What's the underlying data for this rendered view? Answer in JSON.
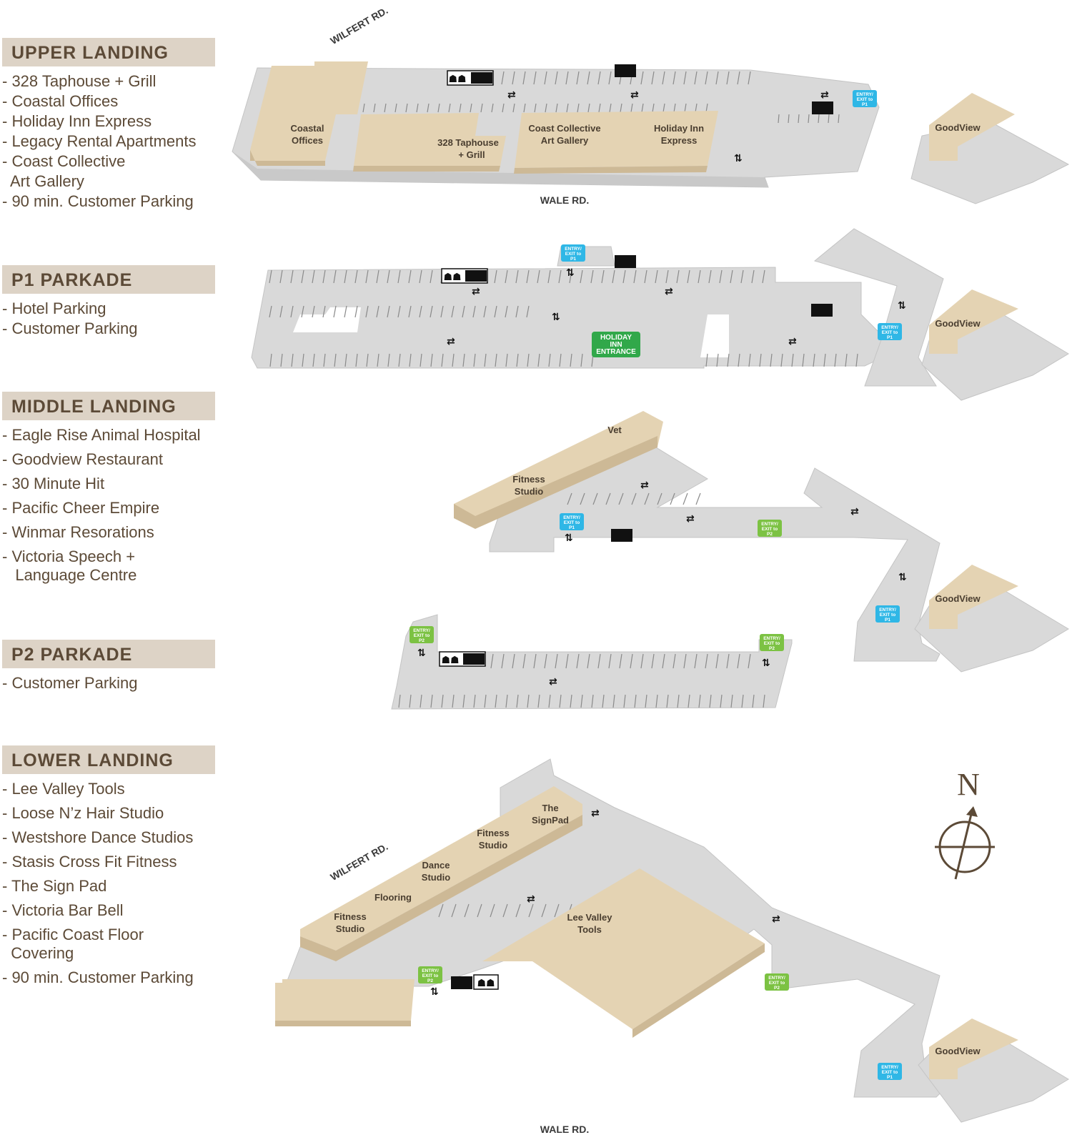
{
  "sections": [
    {
      "title": "UPPER LANDING",
      "items": [
        "- 328 Taphouse + Grill",
        "- Coastal Offices",
        "- Holiday Inn Express",
        "- Legacy Rental Apartments",
        "- Coast Collective",
        "  Art Gallery",
        "- 90 min. Customer Parking"
      ]
    },
    {
      "title": "P1 PARKADE",
      "items": [
        "- Hotel Parking",
        "- Customer Parking"
      ]
    },
    {
      "title": "MIDDLE LANDING",
      "items": [
        "- Eagle Rise Animal Hospital",
        "- Goodview Restaurant",
        "- 30 Minute Hit",
        "- Pacific Cheer Empire",
        "- Winmar Resorations",
        "- Victoria Speech +",
        "   Language Centre"
      ]
    },
    {
      "title": "P2 PARKADE",
      "items": [
        "- Customer Parking"
      ]
    },
    {
      "title": "LOWER LANDING",
      "items": [
        "- Lee Valley Tools",
        "- Loose N’z Hair Studio",
        "- Westshore Dance Studios",
        "- Stasis Cross Fit Fitness",
        "- The Sign Pad",
        "- Victoria Bar Bell",
        "- Pacific Coast Floor",
        "  Covering",
        "- 90 min. Customer Parking"
      ]
    }
  ],
  "roads": {
    "wilfert": "WILFERT RD.",
    "wale": "WALE RD."
  },
  "upper": {
    "coastal1": "Coastal",
    "coastal2": "Offices",
    "tap1": "328 Taphouse",
    "tap2": "+ Grill",
    "cc1": "Coast Collective",
    "cc2": "Art Gallery",
    "hie1": "Holiday Inn",
    "hie2": "Express",
    "goodview": "GoodView"
  },
  "p1": {
    "hol1": "HOLIDAY",
    "hol2": "INN",
    "hol3": "ENTRANCE",
    "goodview": "GoodView"
  },
  "middle": {
    "vet": "Vet",
    "fit1": "Fitness",
    "fit2": "Studio",
    "goodview": "GoodView"
  },
  "lower": {
    "signpad1": "The",
    "signpad2": "SignPad",
    "fit1": "Fitness",
    "fit2": "Studio",
    "dance1": "Dance",
    "dance2": "Studio",
    "flooring": "Flooring",
    "fitb1": "Fitness",
    "fitb2": "Studio",
    "lee1": "Lee Valley",
    "lee2": "Tools",
    "goodview": "GoodView"
  },
  "signs": {
    "ep1_1": "ENTRY/",
    "ep1_2": "EXIT to",
    "ep1_3": "P1",
    "ep2_1": "ENTRY/",
    "ep2_2": "EXIT to",
    "ep2_3": "P2"
  },
  "compass": {
    "label": "N"
  }
}
